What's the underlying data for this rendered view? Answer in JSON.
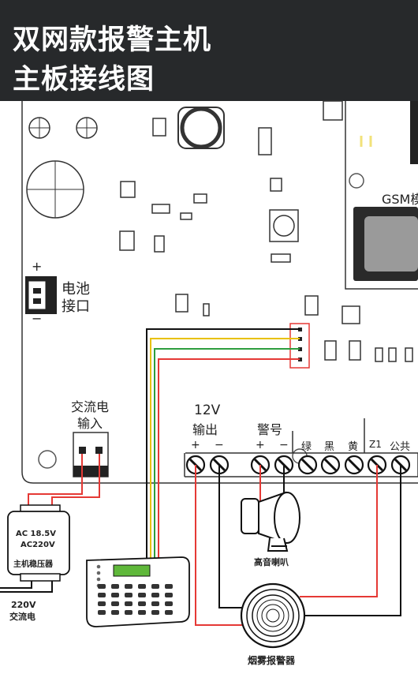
{
  "header": {
    "title_line1": "双网款报警主机",
    "title_line2": "主板接线图"
  },
  "board": {
    "gsm_label": "GSM模",
    "battery_label_line1": "电池",
    "battery_label_line2": "接口",
    "battery_plus": "+",
    "battery_minus": "−",
    "ac_input_line1": "交流电",
    "ac_input_line2": "输入",
    "output_12v_line1": "12V",
    "output_12v_line2": "输出",
    "alarm_label": "警号",
    "terminal_labels": [
      "+",
      "−",
      "+",
      "−",
      "绿",
      "黑",
      "黄",
      "Z1",
      "公共"
    ]
  },
  "transformer": {
    "line1": "AC  18.5V",
    "line2": "AC220V",
    "line3": "主机稳压器",
    "mains_line1": "220V",
    "mains_line2": "交流电"
  },
  "devices": {
    "speaker_label": "高音喇叭",
    "smoke_label": "烟雾报警器"
  },
  "colors": {
    "header_bg": "#27292b",
    "wire_red": "#e53935",
    "wire_yellow": "#e8c100",
    "wire_green": "#2e9e3e",
    "wire_black": "#111111",
    "keypad_screen": "#5fb83a"
  }
}
